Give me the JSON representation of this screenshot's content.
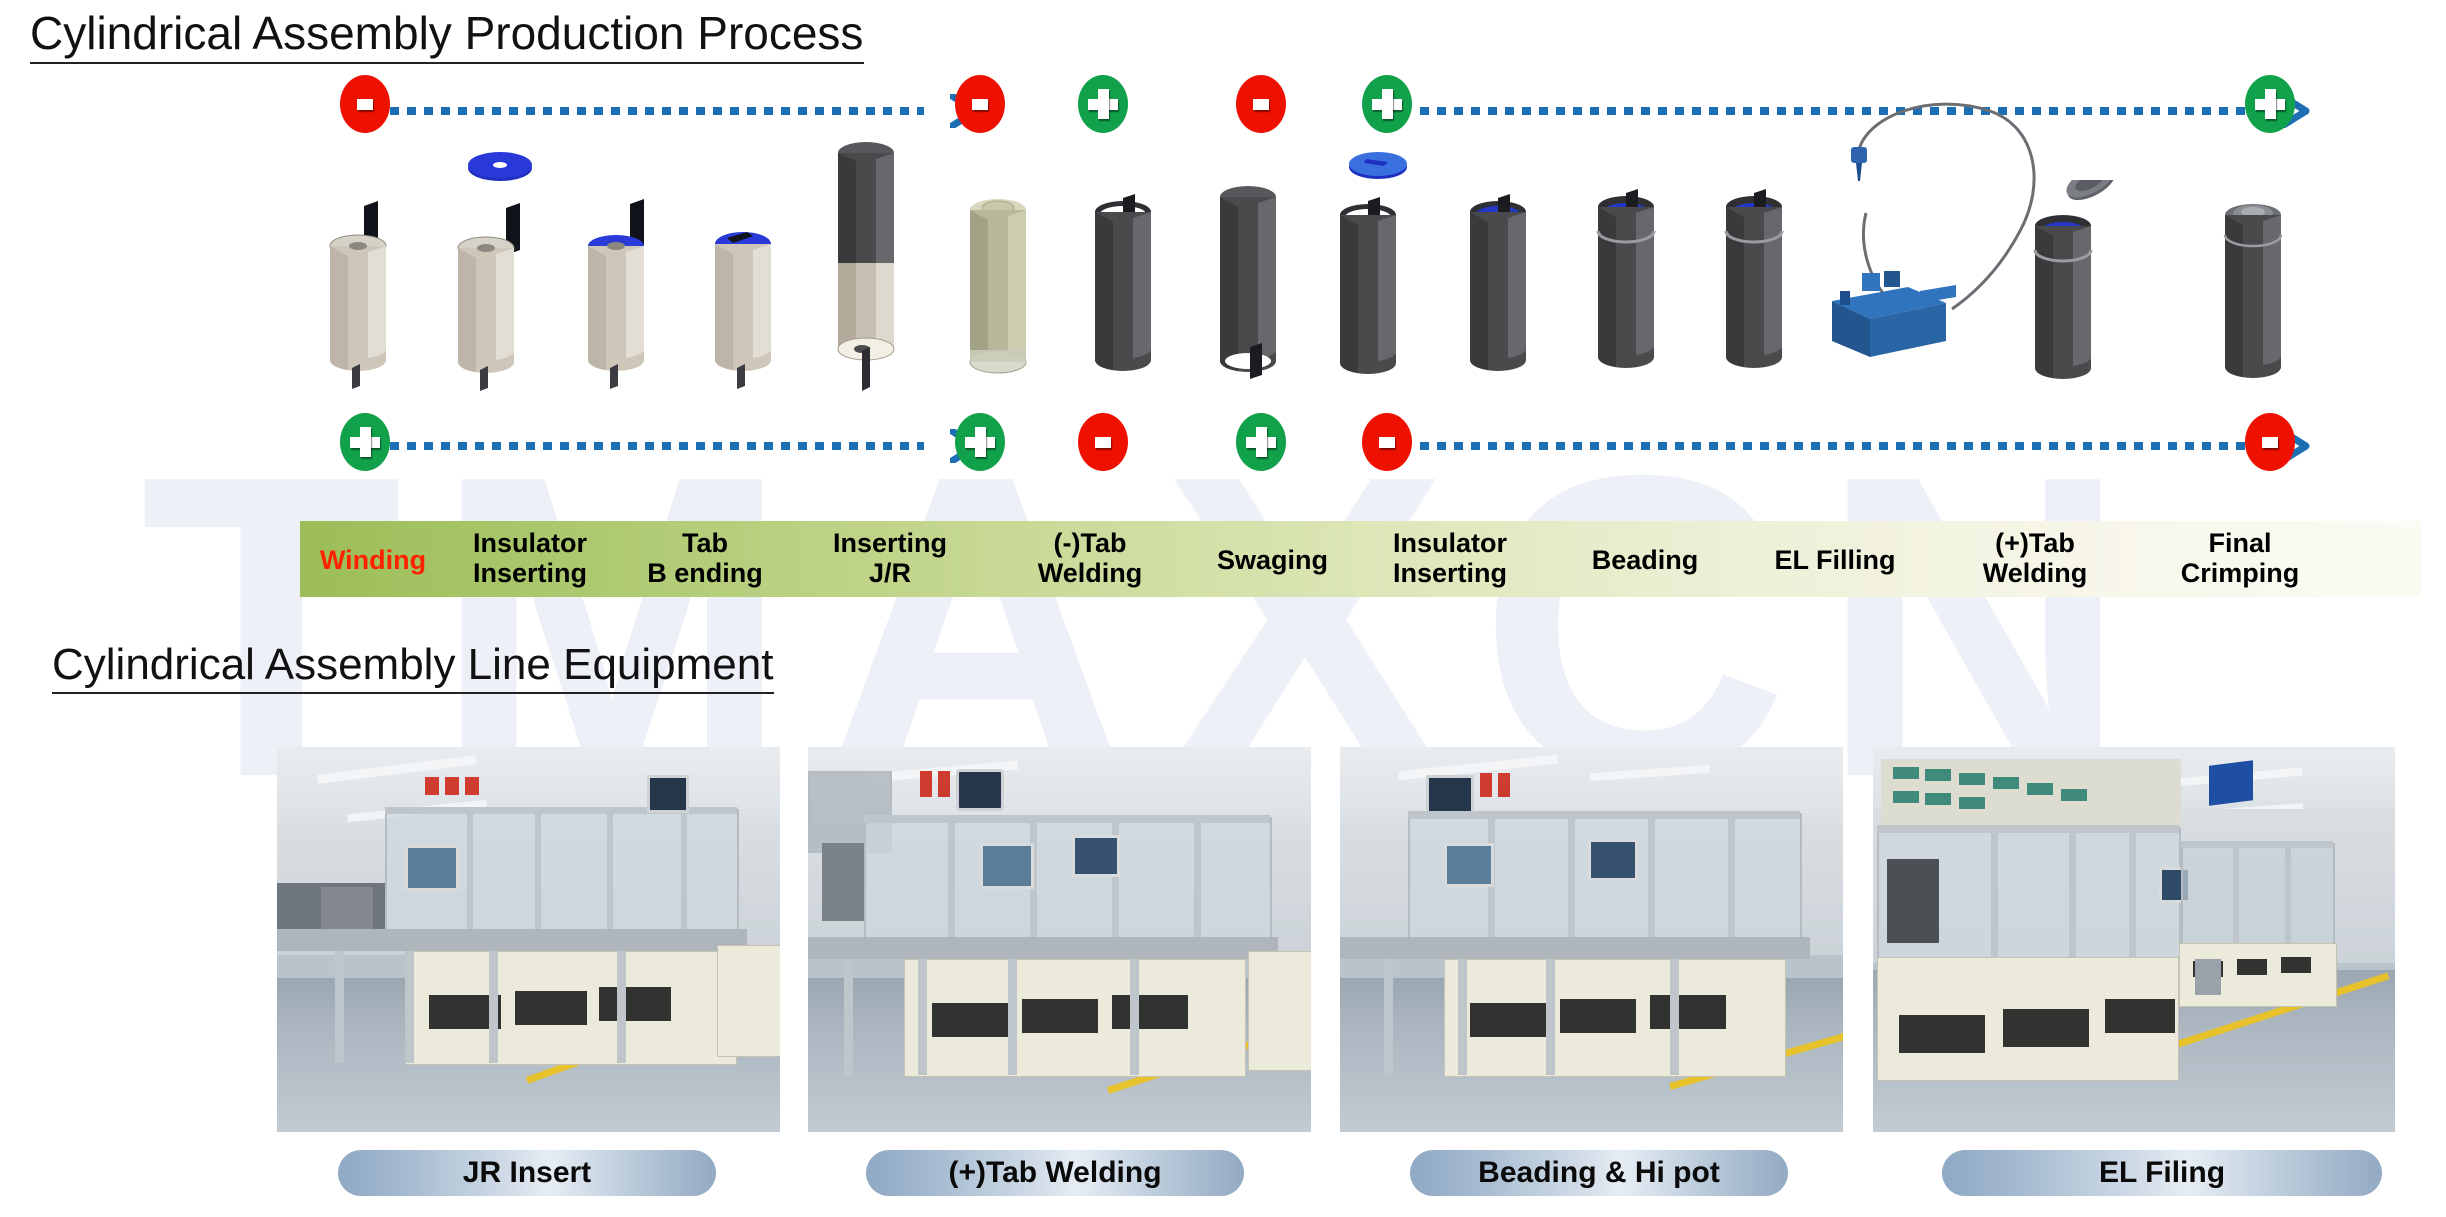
{
  "headings": {
    "process_title": "Cylindrical Assembly Production Process",
    "equipment_title": "Cylindrical Assembly Line Equipment"
  },
  "watermark": {
    "text": "TMAXCN"
  },
  "colors": {
    "negative_badge": "#ee1100",
    "positive_badge": "#12a14b",
    "arrow": "#1d6fb5",
    "label_bar_start": "#9dbd58",
    "label_bar_end": "#fbfbf4",
    "winding_label": "#ff2200",
    "pill_gradient_mid": "#e6edf4",
    "cell_can_dark": "#4a4a4d",
    "cell_can_light": "#cdc6b9",
    "insulator_blue": "#1f2fc0",
    "el_machine_blue": "#1f62a8"
  },
  "process": {
    "top_polarity": [
      {
        "sign": "-",
        "type": "neg"
      },
      {
        "sign": "-",
        "type": "neg"
      },
      {
        "sign": "+",
        "type": "pos"
      },
      {
        "sign": "-",
        "type": "neg"
      },
      {
        "sign": "+",
        "type": "pos"
      },
      {
        "sign": "+",
        "type": "pos"
      }
    ],
    "bottom_polarity": [
      {
        "sign": "+",
        "type": "pos"
      },
      {
        "sign": "+",
        "type": "pos"
      },
      {
        "sign": "-",
        "type": "neg"
      },
      {
        "sign": "+",
        "type": "pos"
      },
      {
        "sign": "-",
        "type": "neg"
      },
      {
        "sign": "-",
        "type": "neg"
      }
    ],
    "steps": [
      {
        "label": "Winding",
        "lines": [
          "Winding"
        ],
        "highlight": true
      },
      {
        "label": "Insulator Inserting",
        "lines": [
          "Insulator",
          "Inserting"
        ],
        "highlight": false
      },
      {
        "label": "Tab B ending",
        "lines": [
          "Tab",
          "B ending"
        ],
        "highlight": false
      },
      {
        "label": "Inserting J/R",
        "lines": [
          "Inserting",
          "J/R"
        ],
        "highlight": false
      },
      {
        "label": "(-)Tab Welding",
        "lines": [
          "(-)Tab",
          "Welding"
        ],
        "highlight": false
      },
      {
        "label": "Swaging",
        "lines": [
          "Swaging"
        ],
        "highlight": false
      },
      {
        "label": "Insulator Inserting",
        "lines": [
          "Insulator",
          "Inserting"
        ],
        "highlight": false
      },
      {
        "label": "Beading",
        "lines": [
          "Beading"
        ],
        "highlight": false
      },
      {
        "label": "EL Filling",
        "lines": [
          "EL Filling"
        ],
        "highlight": false
      },
      {
        "label": "(+)Tab Welding",
        "lines": [
          "(+)Tab",
          "Welding"
        ],
        "highlight": false
      },
      {
        "label": "Final Crimping",
        "lines": [
          "Final",
          "Crimping"
        ],
        "highlight": false
      }
    ]
  },
  "equipment": {
    "captions": [
      {
        "label": "JR Insert"
      },
      {
        "label": "(+)Tab Welding"
      },
      {
        "label": "Beading & Hi pot"
      },
      {
        "label": "EL Filing"
      }
    ],
    "photos": [
      {
        "alt": "assembly-line-jr-insert"
      },
      {
        "alt": "assembly-line-tab-welding"
      },
      {
        "alt": "assembly-line-beading-hipot"
      },
      {
        "alt": "assembly-line-el-filing"
      }
    ]
  }
}
